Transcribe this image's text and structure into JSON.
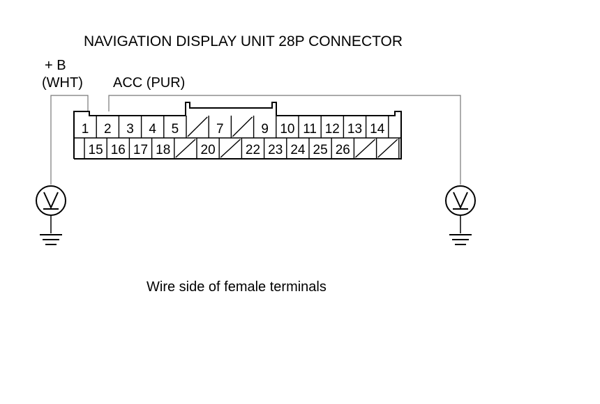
{
  "title": "NAVIGATION DISPLAY UNIT 28P CONNECTOR",
  "wire_b": {
    "label": "+ B",
    "color": "(WHT)"
  },
  "wire_acc": {
    "label": "ACC (PUR)"
  },
  "connector": {
    "top_row": [
      "1",
      "2",
      "3",
      "4",
      "5",
      "",
      "7",
      "",
      "9",
      "10",
      "11",
      "12",
      "13",
      "14"
    ],
    "bottom_row": [
      "15",
      "16",
      "17",
      "18",
      "",
      "20",
      "",
      "22",
      "23",
      "24",
      "25",
      "26",
      "",
      ""
    ]
  },
  "meter_left": {
    "symbol": "V"
  },
  "meter_right": {
    "symbol": "V"
  },
  "caption": "Wire side of female terminals"
}
